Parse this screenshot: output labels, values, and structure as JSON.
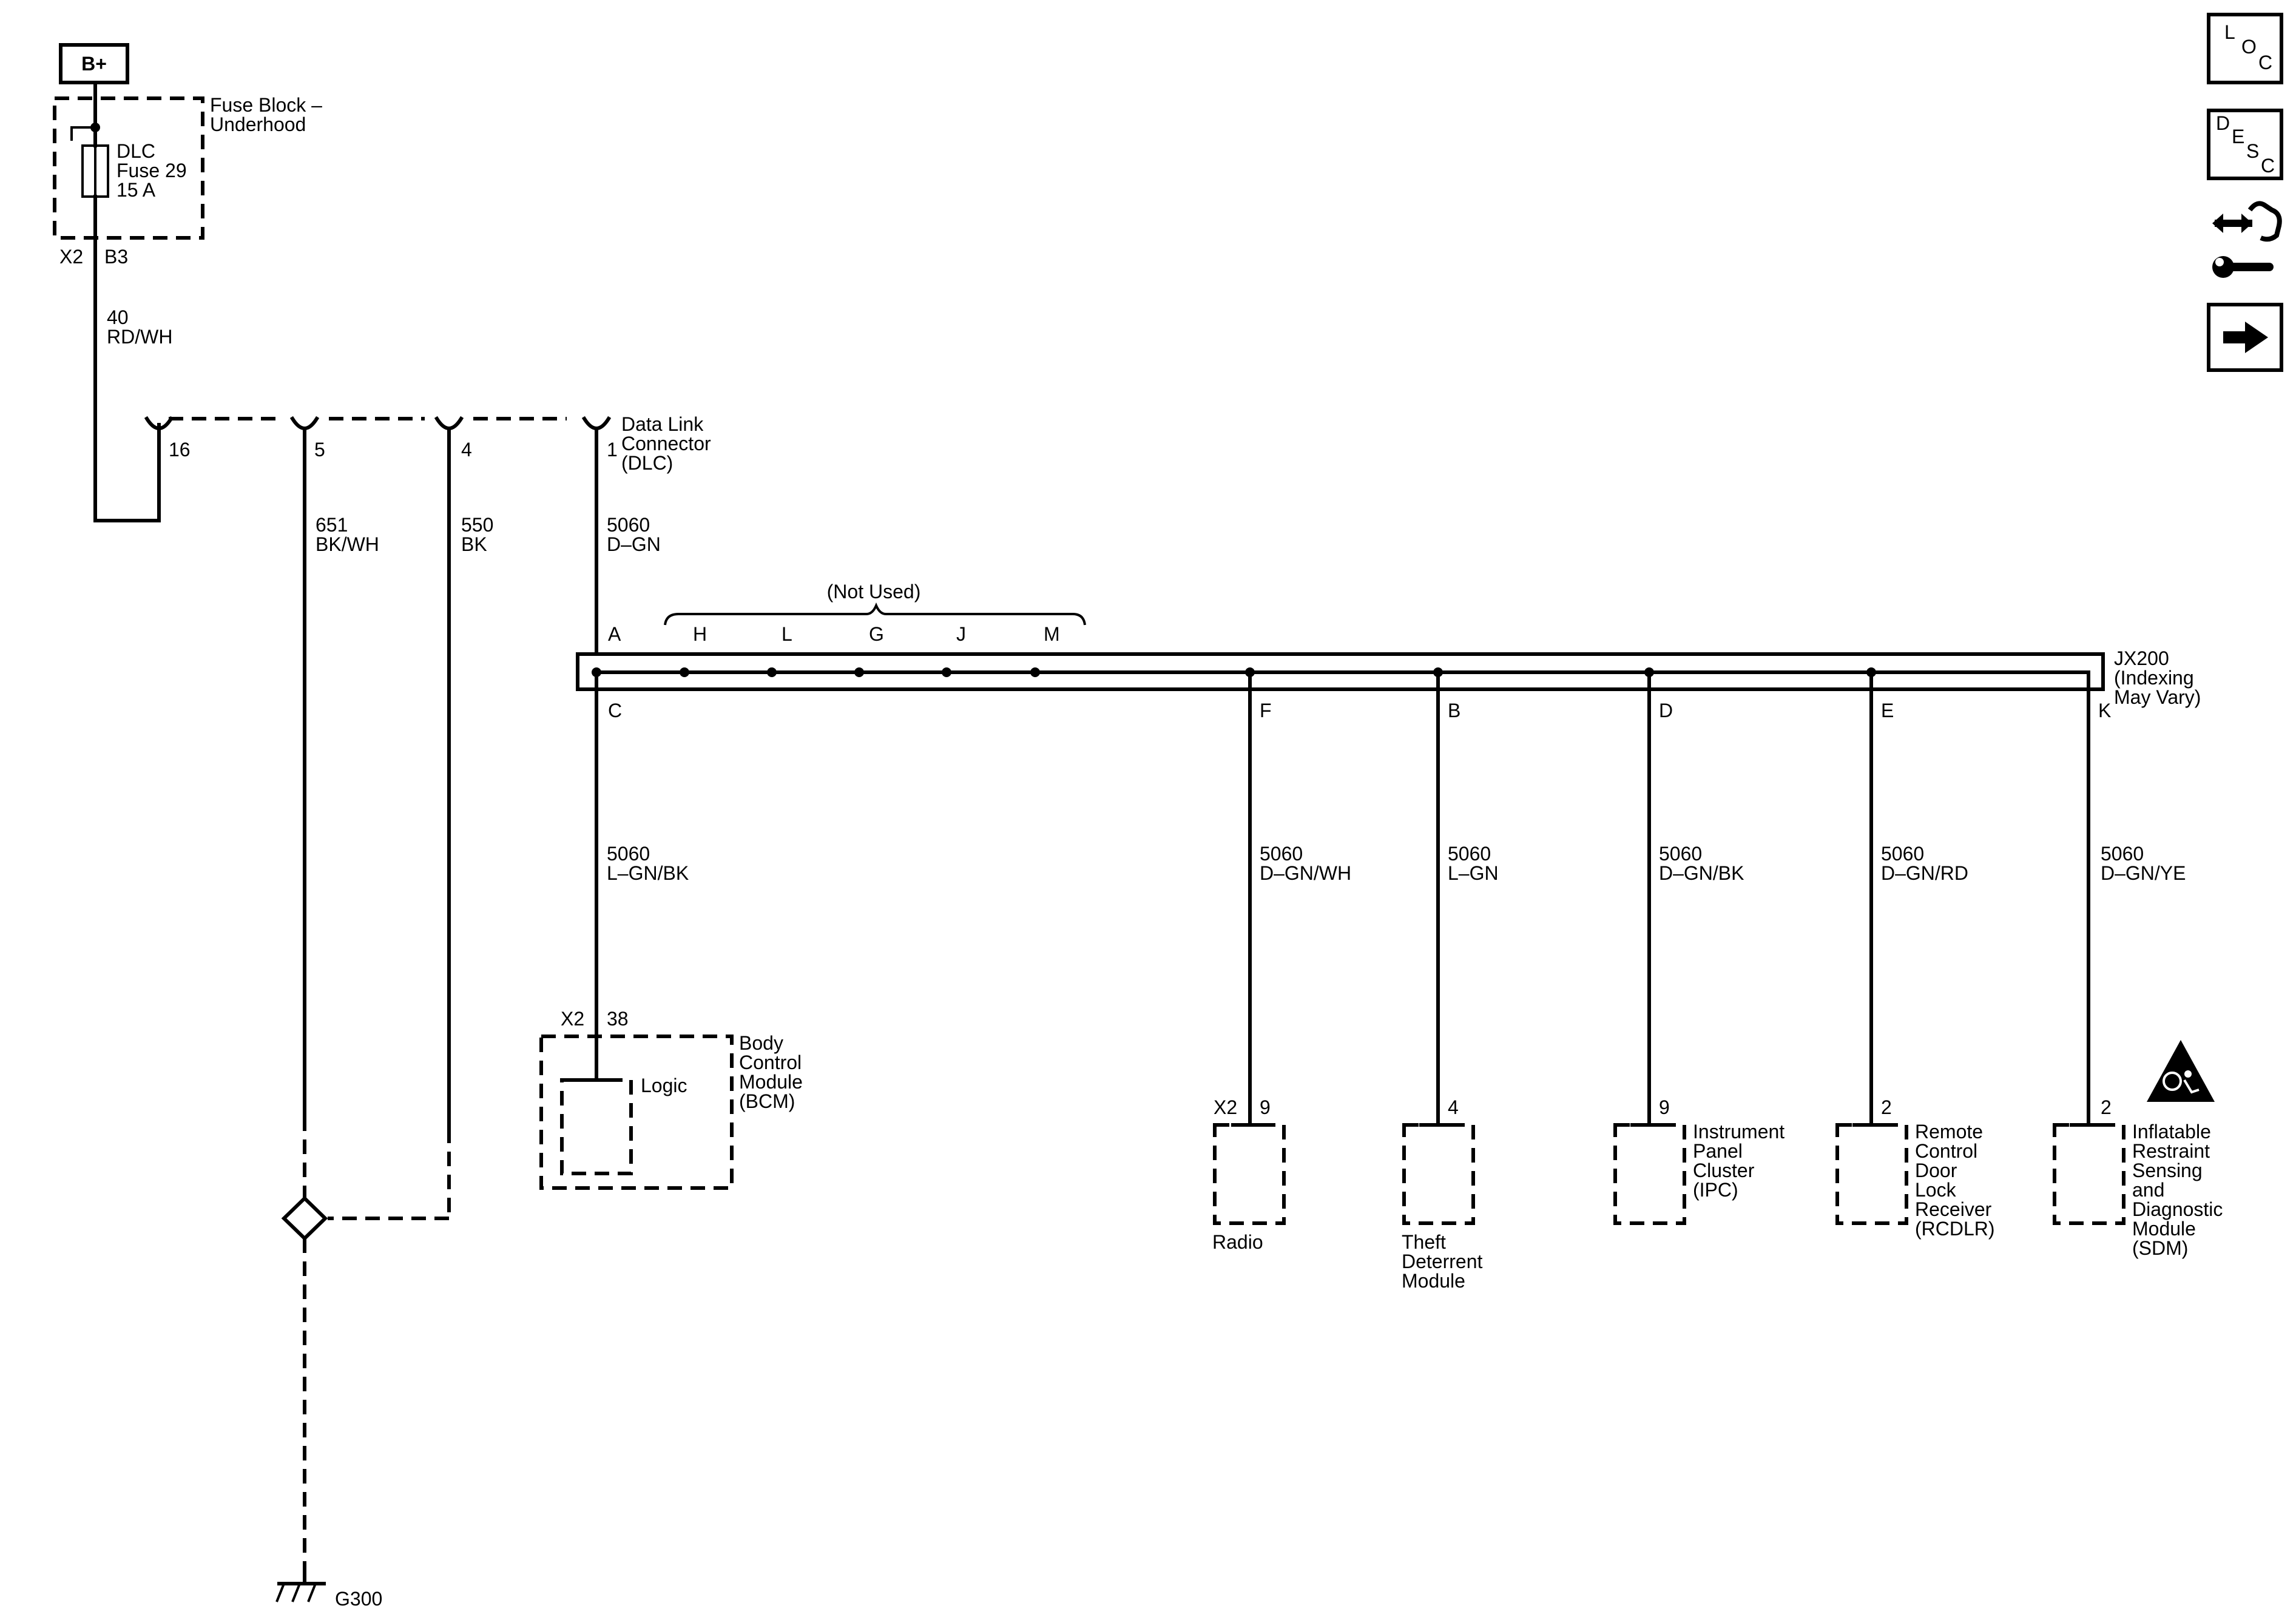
{
  "power": {
    "label": "B+"
  },
  "fuse_block": {
    "name_line1": "Fuse Block –",
    "name_line2": "Underhood",
    "fuse_line1": "DLC",
    "fuse_line2": "Fuse 29",
    "fuse_line3": "15 A",
    "connector": "X2",
    "pin": "B3"
  },
  "feed_wire": {
    "circuit": "40",
    "color": "RD/WH"
  },
  "dlc": {
    "name_line1": "Data Link",
    "name_line2": "Connector",
    "name_line3": "(DLC)",
    "pins": [
      "16",
      "5",
      "4",
      "1"
    ]
  },
  "wires": {
    "pin5": {
      "circuit": "651",
      "color": "BK/WH"
    },
    "pin4": {
      "circuit": "550",
      "color": "BK"
    },
    "pin1": {
      "circuit": "5060",
      "color": "D–GN"
    }
  },
  "splice": {
    "name_line1": "JX200",
    "name_line2": "(Indexing",
    "name_line3": "May Vary)",
    "not_used": "(Not Used)",
    "top_pins": [
      "A",
      "H",
      "L",
      "G",
      "J",
      "M"
    ],
    "bottom_pins": [
      "C",
      "F",
      "B",
      "D",
      "E",
      "K"
    ]
  },
  "branches": [
    {
      "pin": "C",
      "circuit": "5060",
      "color": "L–GN/BK"
    },
    {
      "pin": "F",
      "circuit": "5060",
      "color": "D–GN/WH"
    },
    {
      "pin": "B",
      "circuit": "5060",
      "color": "L–GN"
    },
    {
      "pin": "D",
      "circuit": "5060",
      "color": "D–GN/BK"
    },
    {
      "pin": "E",
      "circuit": "5060",
      "color": "D–GN/RD"
    },
    {
      "pin": "K",
      "circuit": "5060",
      "color": "D–GN/YE"
    }
  ],
  "modules": {
    "bcm": {
      "connector": "X2",
      "pin": "38",
      "inner": "Logic",
      "name": [
        "Body",
        "Control",
        "Module",
        "(BCM)"
      ]
    },
    "radio": {
      "connector": "X2",
      "pin": "9",
      "name": [
        "Radio"
      ]
    },
    "theft": {
      "pin": "4",
      "name": [
        "Theft",
        "Deterrent",
        "Module"
      ]
    },
    "ipc": {
      "pin": "9",
      "name": [
        "Instrument",
        "Panel",
        "Cluster",
        "(IPC)"
      ]
    },
    "rcdlr": {
      "pin": "2",
      "name": [
        "Remote",
        "Control",
        "Door",
        "Lock",
        "Receiver",
        "(RCDLR)"
      ]
    },
    "sdm": {
      "pin": "2",
      "name": [
        "Inflatable",
        "Restraint",
        "Sensing",
        "and",
        "Diagnostic",
        "Module",
        "(SDM)"
      ]
    }
  },
  "ground": {
    "label": "G300"
  },
  "nav": {
    "loc": [
      "L",
      "O",
      "C"
    ],
    "desc": [
      "D",
      "E",
      "S",
      "C"
    ],
    "connector_icon": "connector-repair-icon",
    "next_icon": "arrow-right-icon"
  }
}
